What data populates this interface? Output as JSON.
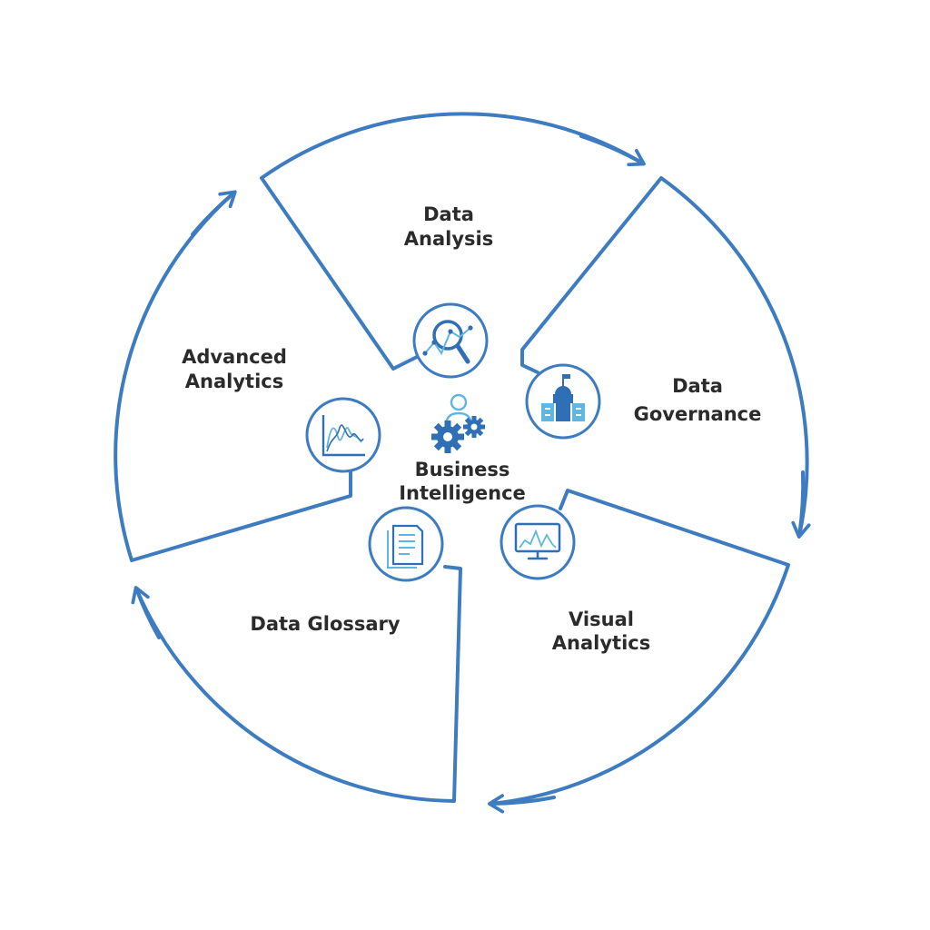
{
  "diagram": {
    "center": {
      "label_line1": "Business",
      "label_line2": "Intelligence",
      "icon": "person-with-gears-icon"
    },
    "segments": [
      {
        "label_line1": "Data",
        "label_line2": "Analysis",
        "icon": "magnifier-chart-icon"
      },
      {
        "label_line1": "Data",
        "label_line2": "Governance",
        "icon": "government-building-icon"
      },
      {
        "label_line1": "Visual",
        "label_line2": "Analytics",
        "icon": "monitor-chart-icon"
      },
      {
        "label_line1": "Data Glossary",
        "label_line2": "",
        "icon": "document-icon"
      },
      {
        "label_line1": "Advanced",
        "label_line2": "Analytics",
        "icon": "line-graph-icon"
      }
    ]
  },
  "colors": {
    "outline": "#3d7cc0",
    "icon_dark": "#2f6fb6",
    "icon_light": "#5fb6e0",
    "text": "#2b2b2b"
  }
}
